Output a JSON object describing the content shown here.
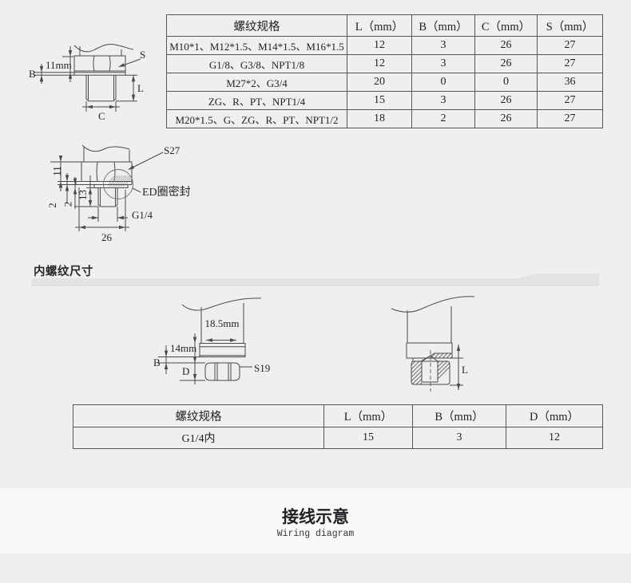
{
  "page": {
    "bg": "#efefef",
    "band_color": "#e3e3e5",
    "bottom_panel_color": "#f9f9fa",
    "line_color": "#4a4a50"
  },
  "tables": {
    "external": {
      "headers": [
        "螺纹规格",
        "L（mm）",
        "B（mm）",
        "C（mm）",
        "S（mm）"
      ],
      "rows": [
        [
          "M10*1、M12*1.5、M14*1.5、M16*1.5",
          "12",
          "3",
          "26",
          "27"
        ],
        [
          "G1/8、G3/8、NPT1/8",
          "12",
          "3",
          "26",
          "27"
        ],
        [
          "M27*2、G3/4",
          "20",
          "0",
          "0",
          "36"
        ],
        [
          "ZG、R、PT、NPT1/4",
          "15",
          "3",
          "26",
          "27"
        ],
        [
          "M20*1.5、G、ZG、R、PT、NPT1/2",
          "18",
          "2",
          "26",
          "27"
        ]
      ]
    },
    "internal": {
      "headers": [
        "螺纹规格",
        "L（mm）",
        "B（mm）",
        "D（mm）"
      ],
      "rows": [
        [
          "G1/4内",
          "15",
          "3",
          "12"
        ]
      ]
    }
  },
  "headings": {
    "internal_section": "内螺纹尺寸",
    "wiring_zh": "接线示意",
    "wiring_en": "Wiring diagram"
  },
  "diagrams": {
    "external_a": {
      "dim_height": "11mm",
      "dim_b": "B",
      "label_s": "S",
      "dim_l": "L",
      "dim_c": "C"
    },
    "external_b": {
      "label_s27": "S27",
      "label_seal": "ED圈密封",
      "label_thread": "G1/4",
      "dim_11": "11",
      "dim_2a": "2",
      "dim_2b": "2",
      "dim_13": "13",
      "dim_26": "26"
    },
    "internal_a": {
      "dim_width": "18.5mm",
      "dim_height": "14mm",
      "dim_b": "B",
      "dim_d": "D",
      "label_s19": "S19"
    },
    "internal_b": {
      "dim_l": "L"
    }
  }
}
